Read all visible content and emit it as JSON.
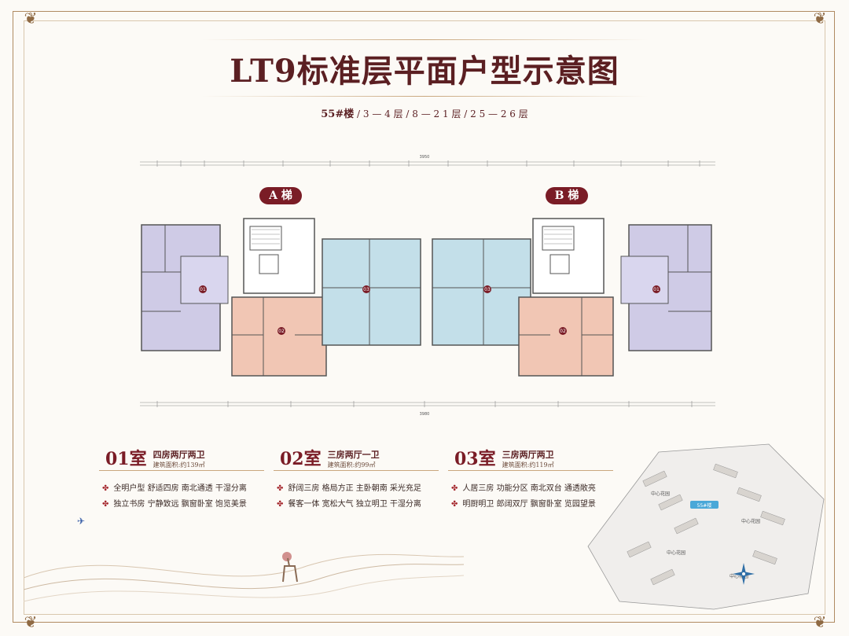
{
  "title": "LT9标准层平面户型示意图",
  "subtitle": {
    "building": "55#楼",
    "floors": "/ 3 — 4 层 / 8 — 2 1 层 / 2 5 — 2 6 层"
  },
  "lifts": {
    "a": "A 梯",
    "b": "B 梯"
  },
  "plan_labels": {
    "unit01": "01",
    "unit02": "02",
    "unit03": "03",
    "top_dim": "3950",
    "bottom_dim": "3980"
  },
  "units": [
    {
      "no": "01室",
      "type": "四房两厅两卫",
      "area": "建筑面积:约139㎡",
      "features": [
        "全明户型 舒适四房 南北通透 干湿分离",
        "独立书房 宁静致远 飘窗卧室 饱览美景"
      ]
    },
    {
      "no": "02室",
      "type": "三房两厅一卫",
      "area": "建筑面积:约99㎡",
      "features": [
        "舒阔三房 格局方正 主卧朝南 采光充足",
        "餐客一体 宽松大气 独立明卫 干湿分离"
      ]
    },
    {
      "no": "03室",
      "type": "三房两厅两卫",
      "area": "建筑面积:约119㎡",
      "features": [
        "人居三房 功能分区 南北双台 通透敞亮",
        "明厨明卫 郎阔双厅 飘窗卧室 览园望景"
      ]
    }
  ],
  "map": {
    "highlight": "55#楼",
    "labels": [
      "中心花园",
      "中心花园",
      "中心花园",
      "中心花园"
    ]
  },
  "colors": {
    "unit01": "#cfcbe6",
    "unit02": "#f1c6b4",
    "unit03": "#c3dfe9",
    "accent": "#7a1c26"
  }
}
